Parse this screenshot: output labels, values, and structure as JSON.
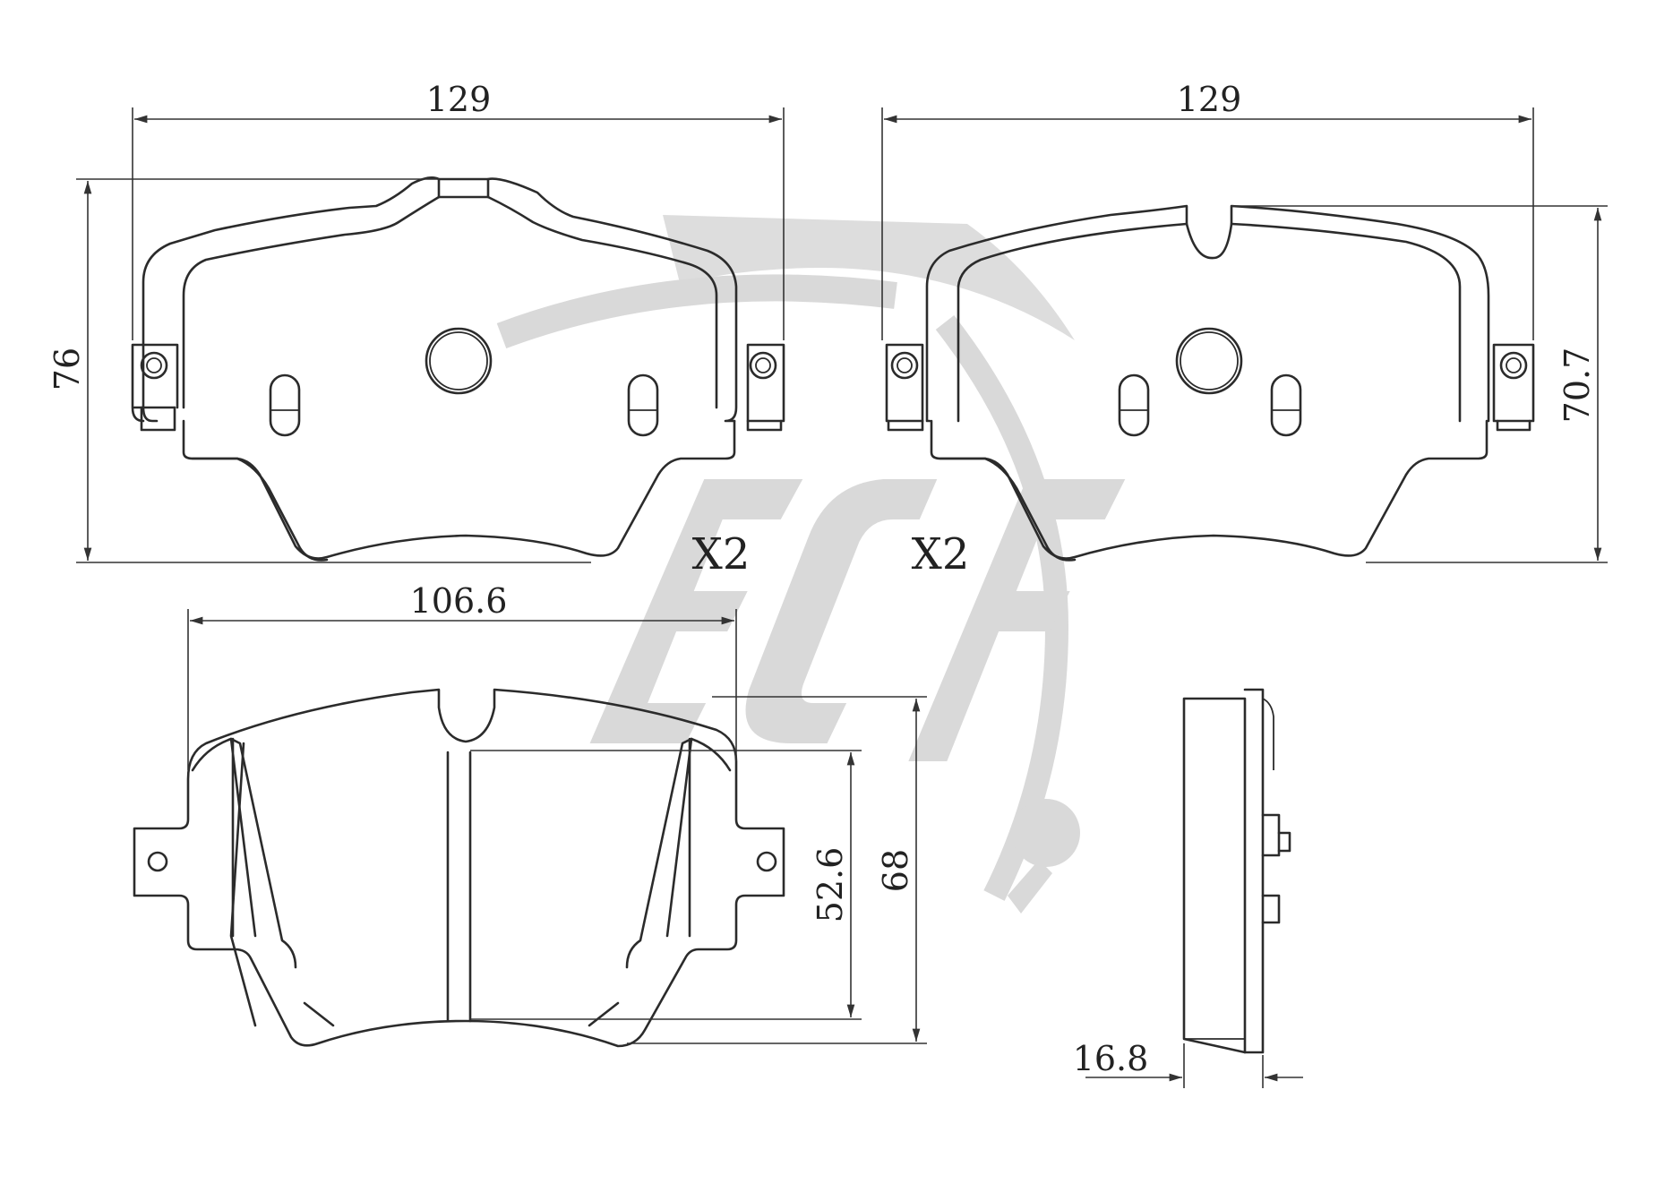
{
  "dimensions": {
    "top_left_width": "129",
    "top_left_height": "76",
    "top_right_width": "129",
    "top_right_height": "70.7",
    "bottom_width": "106.6",
    "bottom_inner_height": "52.6",
    "bottom_height": "68",
    "thickness": "16.8"
  },
  "quantities": {
    "left": "X2",
    "right": "X2"
  },
  "watermark": {
    "logo_icon": "ecf-logo"
  },
  "colors": {
    "line": "#2b2b2b",
    "watermark": "#d9d9d9"
  }
}
